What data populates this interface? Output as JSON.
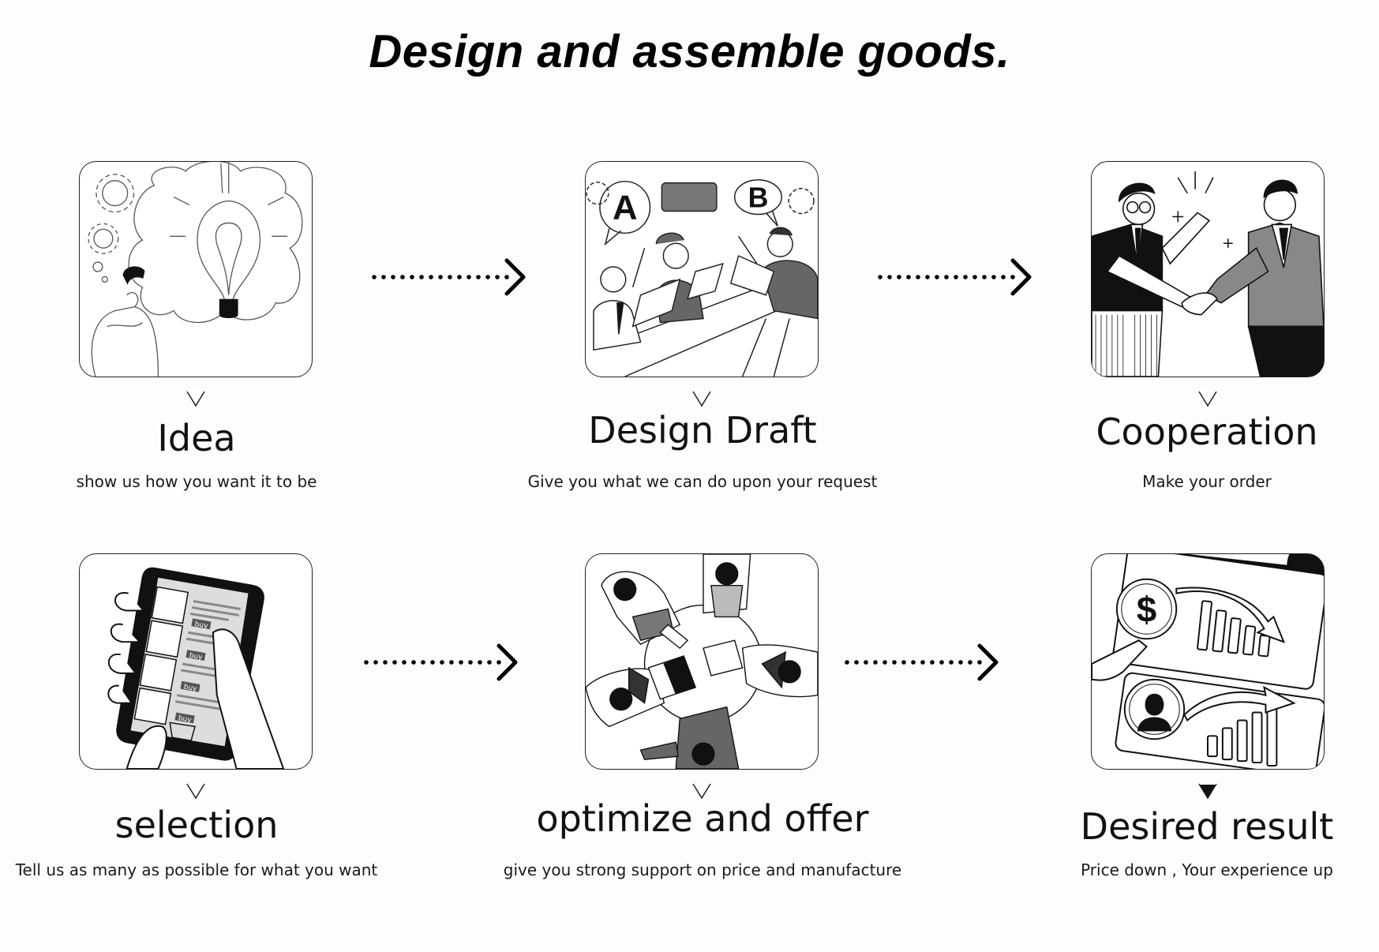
{
  "title": "Design and assemble goods.",
  "steps": [
    {
      "title": "Idea",
      "subtitle": "show us how you want it to be",
      "illustration": "lightbulb-thinking-icon"
    },
    {
      "title": "Design Draft",
      "subtitle": "Give you what we can do upon your request",
      "illustration": "team-meeting-ab-icon",
      "bubble_labels": [
        "A",
        "B"
      ]
    },
    {
      "title": "Cooperation",
      "subtitle": "Make your order",
      "illustration": "handshake-icon"
    },
    {
      "title": "selection",
      "subtitle": "Tell us as many as possible for what you want",
      "illustration": "phone-shopping-icon",
      "button_label": "buy"
    },
    {
      "title": "optimize and offer",
      "subtitle": "give you strong support on price and manufacture",
      "illustration": "round-table-meeting-icon"
    },
    {
      "title": "Desired result",
      "subtitle": "Price down , Your experience up",
      "illustration": "price-down-experience-up-icon",
      "symbol": "$"
    }
  ],
  "connectors": [
    "dotted-arrow-right-icon",
    "dotted-arrow-right-icon",
    "dotted-arrow-right-icon",
    "dotted-arrow-right-icon"
  ],
  "colors": {
    "ink": "#111111",
    "gray_fill": "#8a8a8a",
    "background": "#fdfdfd"
  }
}
